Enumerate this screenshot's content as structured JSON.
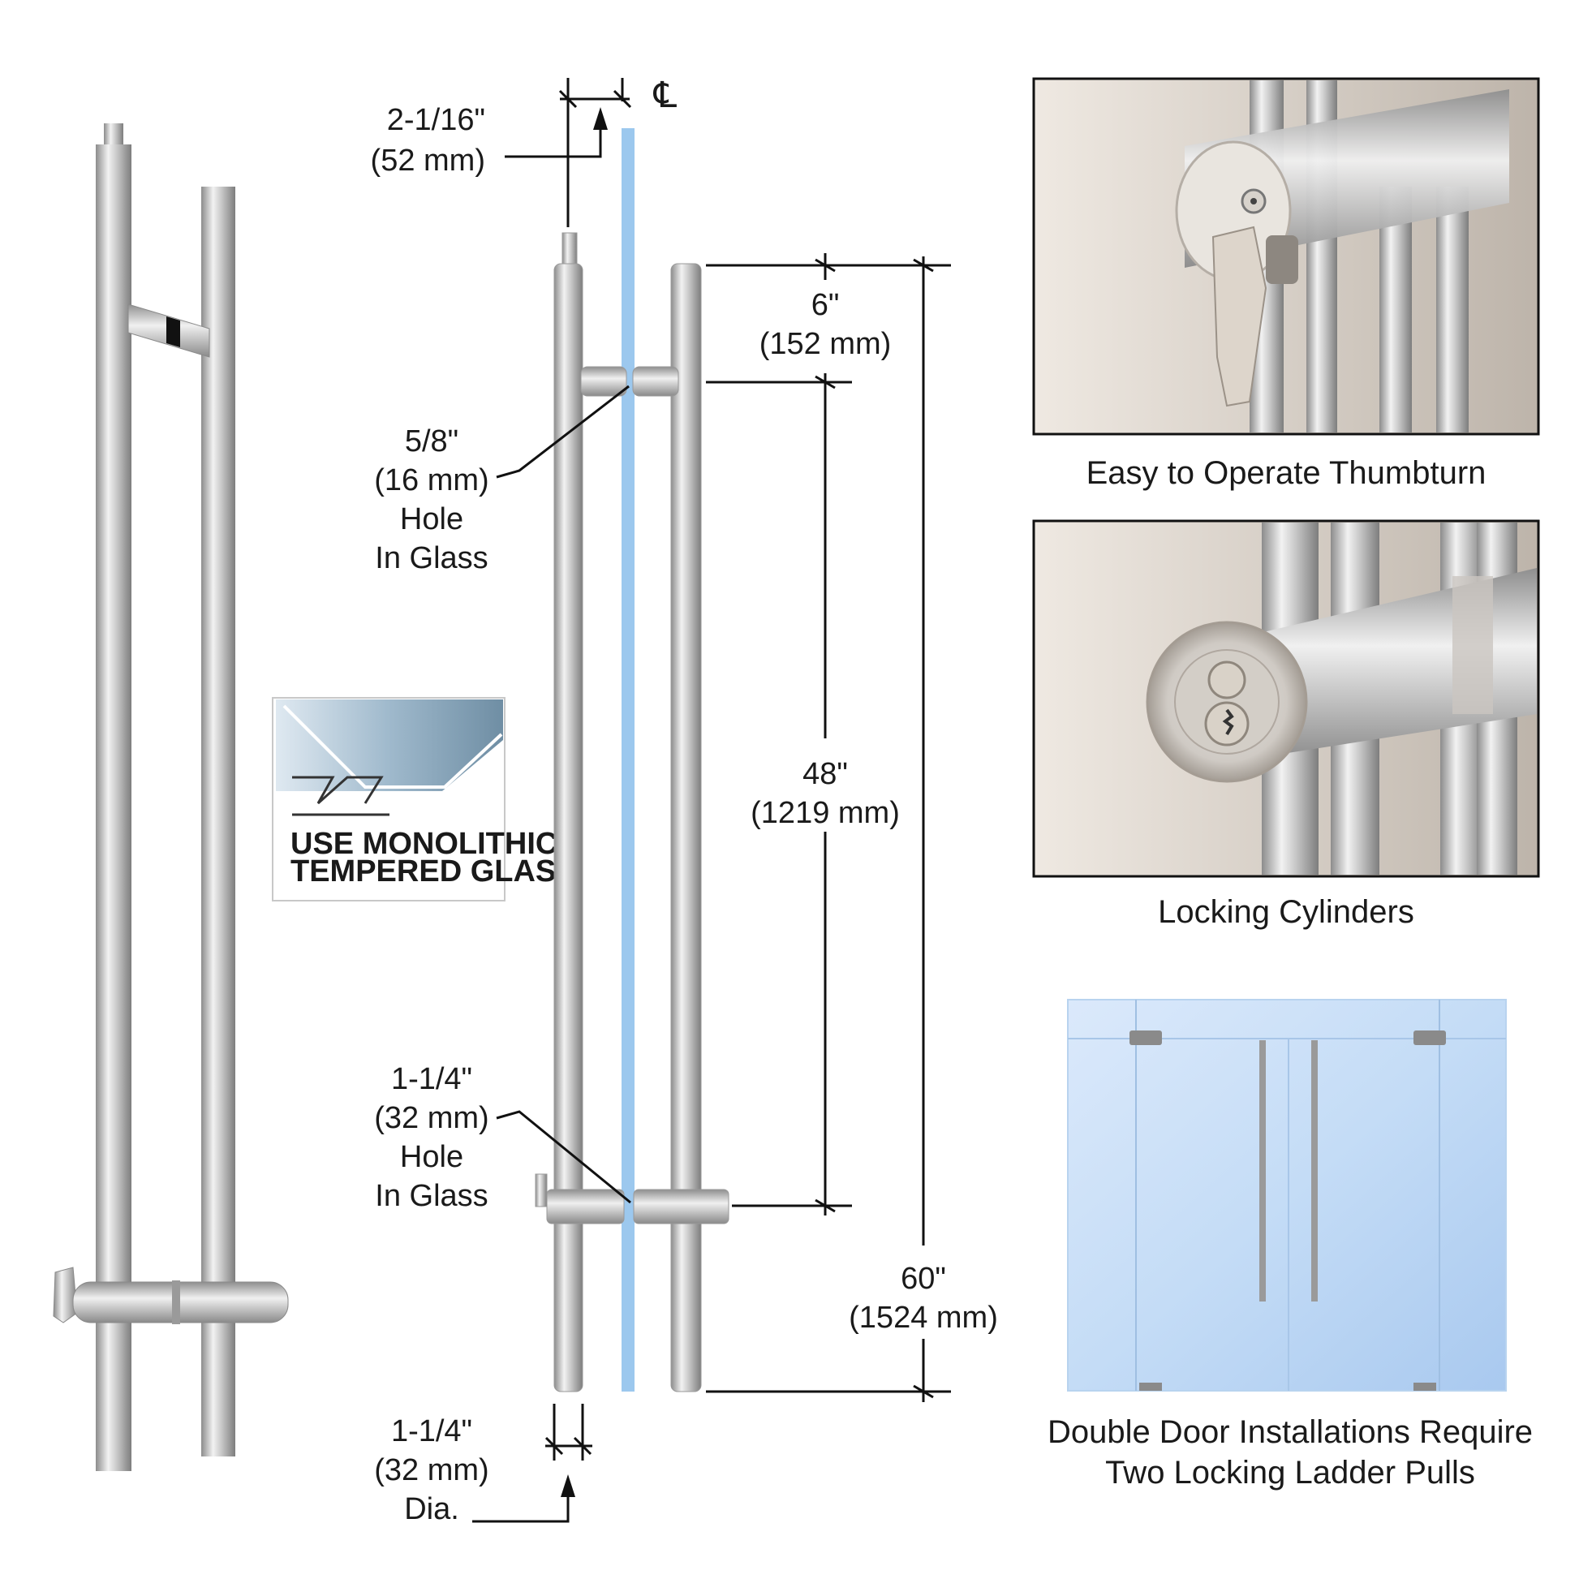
{
  "dimensions": {
    "offset": {
      "imperial": "2-1/16\"",
      "metric": "(52 mm)"
    },
    "centerline": "℄",
    "small_hole": {
      "imperial": "5/8\"",
      "metric": "(16 mm)",
      "line3": "Hole",
      "line4": "In Glass"
    },
    "large_hole": {
      "imperial": "1-1/4\"",
      "metric": "(32 mm)",
      "line3": "Hole",
      "line4": "In Glass"
    },
    "diameter": {
      "imperial": "1-1/4\"",
      "metric": "(32 mm)",
      "line3": "Dia."
    },
    "top_offset": {
      "imperial": "6\"",
      "metric": "(152 mm)"
    },
    "center_to_center": {
      "imperial": "48\"",
      "metric": "(1219 mm)"
    },
    "overall_length": {
      "imperial": "60\"",
      "metric": "(1524 mm)"
    }
  },
  "glass_badge": {
    "line1": "USE MONOLITHIC",
    "line2": "TEMPERED GLASS"
  },
  "photos": {
    "thumbturn_caption": "Easy to Operate Thumbturn",
    "cylinder_caption": "Locking Cylinders",
    "double_door_caption_line1": "Double Door Installations Require",
    "double_door_caption_line2": "Two Locking Ladder Pulls"
  },
  "colors": {
    "glass": "#9cc8ee",
    "steel": "#c9c9c9"
  }
}
